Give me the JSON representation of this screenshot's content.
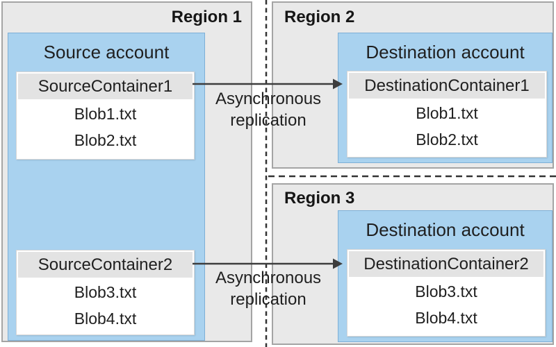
{
  "regions": [
    {
      "label": "Region 1"
    },
    {
      "label": "Region 2"
    },
    {
      "label": "Region 3"
    }
  ],
  "source_account": {
    "title": "Source account",
    "containers": [
      {
        "name": "SourceContainer1",
        "blobs": [
          "Blob1.txt",
          "Blob2.txt"
        ]
      },
      {
        "name": "SourceContainer2",
        "blobs": [
          "Blob3.txt",
          "Blob4.txt"
        ]
      }
    ]
  },
  "destination_accounts": [
    {
      "title": "Destination account",
      "container": {
        "name": "DestinationContainer1",
        "blobs": [
          "Blob1.txt",
          "Blob2.txt"
        ]
      }
    },
    {
      "title": "Destination account",
      "container": {
        "name": "DestinationContainer2",
        "blobs": [
          "Blob3.txt",
          "Blob4.txt"
        ]
      }
    }
  ],
  "arrows": [
    {
      "line1": "Asynchronous",
      "line2": "replication"
    },
    {
      "line1": "Asynchronous",
      "line2": "replication"
    }
  ],
  "colors": {
    "region_fill": "#e9e9e9",
    "region_border": "#a4a4a4",
    "account_fill": "#a9d2ef",
    "account_border": "#7dafd6",
    "container_fill": "#ffffff",
    "container_border": "#d6d6d6",
    "header_fill": "#e3e3e3",
    "connector_color": "#3d3d3d",
    "divider_color": "#333333",
    "text_color": "#1f1f1f"
  }
}
